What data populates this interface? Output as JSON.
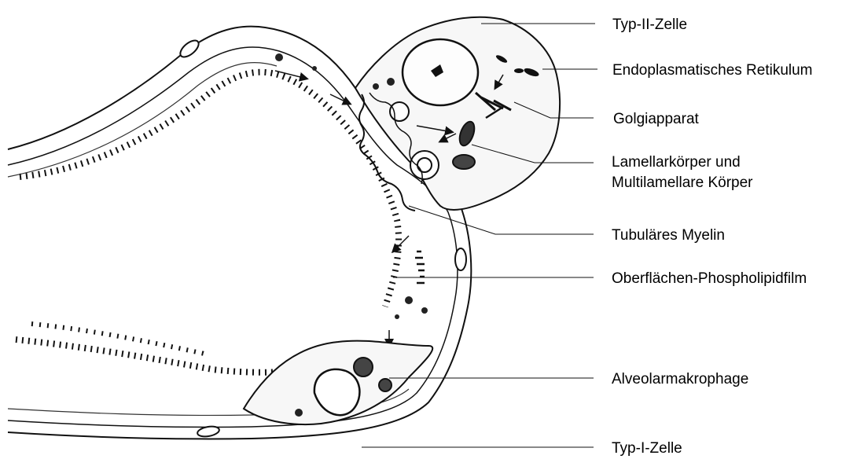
{
  "labels": {
    "typ2": "Typ-II-Zelle",
    "er": "Endoplasmatisches Retikulum",
    "golgi": "Golgiapparat",
    "lamellar_1": "Lamellarkörper und",
    "lamellar_2": "Multilamellare Körper",
    "myelin": "Tubuläres Myelin",
    "film": "Oberflächen-Phospholipidfilm",
    "macrophage": "Alveolarmakrophage",
    "typ1": "Typ-I-Zelle"
  }
}
